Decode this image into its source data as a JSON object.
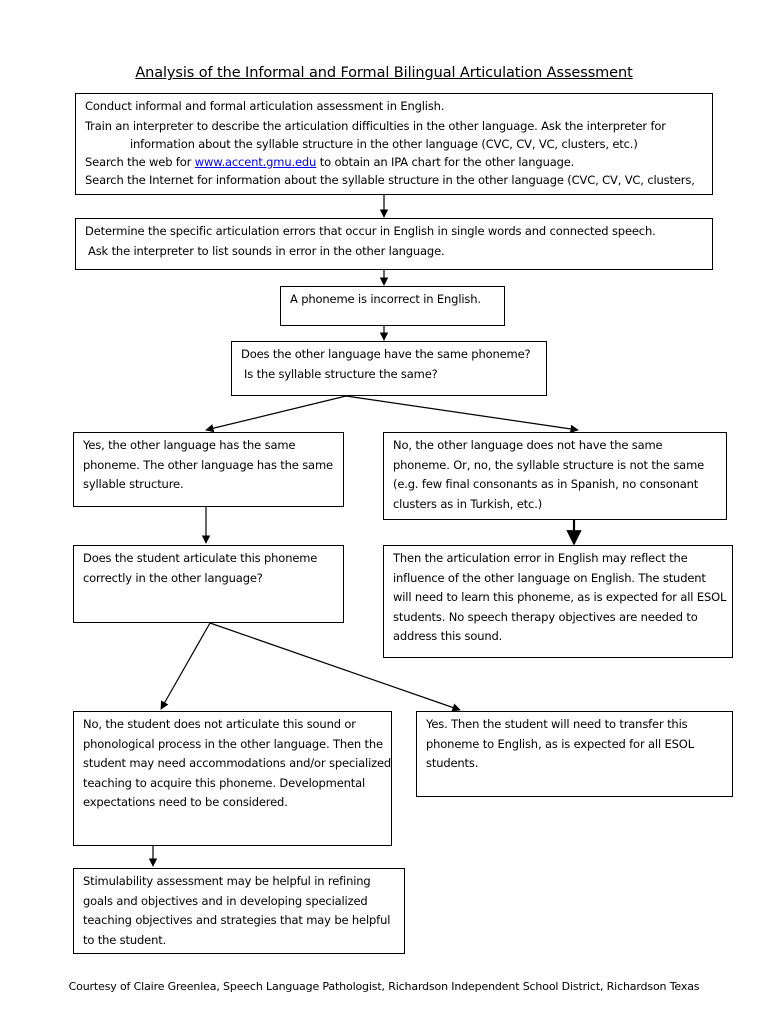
{
  "title": "Analysis of the Informal and Formal Bilingual Articulation Assessment",
  "box1": {
    "line1": "Conduct informal and formal articulation assessment in English.",
    "line2": "Train an interpreter to describe the articulation difficulties in the other language.  Ask the interpreter for",
    "line3": "information about the syllable structure in the other language (CVC, CV, VC, clusters, etc.)",
    "line4_pre": "Search the web for ",
    "line4_link": "www.accent.gmu.edu",
    "line4_post": " to obtain an IPA chart for the other language.",
    "line5": "Search the Internet for information about the syllable structure in the other language (CVC, CV, VC, clusters,"
  },
  "box2": {
    "line1": "Determine the specific articulation errors that occur in English in single words and connected speech.",
    "line2": "Ask the interpreter to list sounds in error in the other language."
  },
  "box3": {
    "line1": "A phoneme is incorrect in English."
  },
  "box4": {
    "line1": "Does the other language have the same phoneme?",
    "line2": "Is the syllable structure the same?"
  },
  "box5": {
    "line1": "Yes, the other language has the same",
    "line2": "phoneme.  The other language has the same",
    "line3": "syllable structure."
  },
  "box6": {
    "line1": "No, the other language does not have the same",
    "line2": "phoneme.  Or, no, the syllable structure is not the same",
    "line3": "(e.g. few final consonants as in Spanish, no consonant",
    "line4": "clusters as in Turkish, etc.)"
  },
  "box7": {
    "line1": "Does the student articulate this phoneme",
    "line2": "correctly in the other language?"
  },
  "box8": {
    "line1": "Then the articulation error in English may reflect the",
    "line2": "influence of the other language on English.  The student",
    "line3": "will need to learn this phoneme, as is expected for all ESOL",
    "line4": "students.  No speech therapy objectives are needed to",
    "line5": "address this sound."
  },
  "box9": {
    "line1": "No, the student does not articulate this sound or",
    "line2": "phonological process in the other language.  Then the",
    "line3": "student may need accommodations and/or specialized",
    "line4": "teaching to acquire this phoneme.  Developmental",
    "line5": "expectations need to be considered."
  },
  "box10": {
    "line1": "Yes.  Then the student will need to transfer this",
    "line2": "phoneme to English, as is expected for all ESOL",
    "line3": "students."
  },
  "box11": {
    "line1": "Stimulability assessment may be helpful in refining",
    "line2": "goals and objectives and in developing specialized",
    "line3": "teaching objectives and strategies that may be helpful",
    "line4": "to the student."
  },
  "footer": "Courtesy of Claire Greenlea, Speech Language Pathologist, Richardson Independent School  District, Richardson Texas"
}
